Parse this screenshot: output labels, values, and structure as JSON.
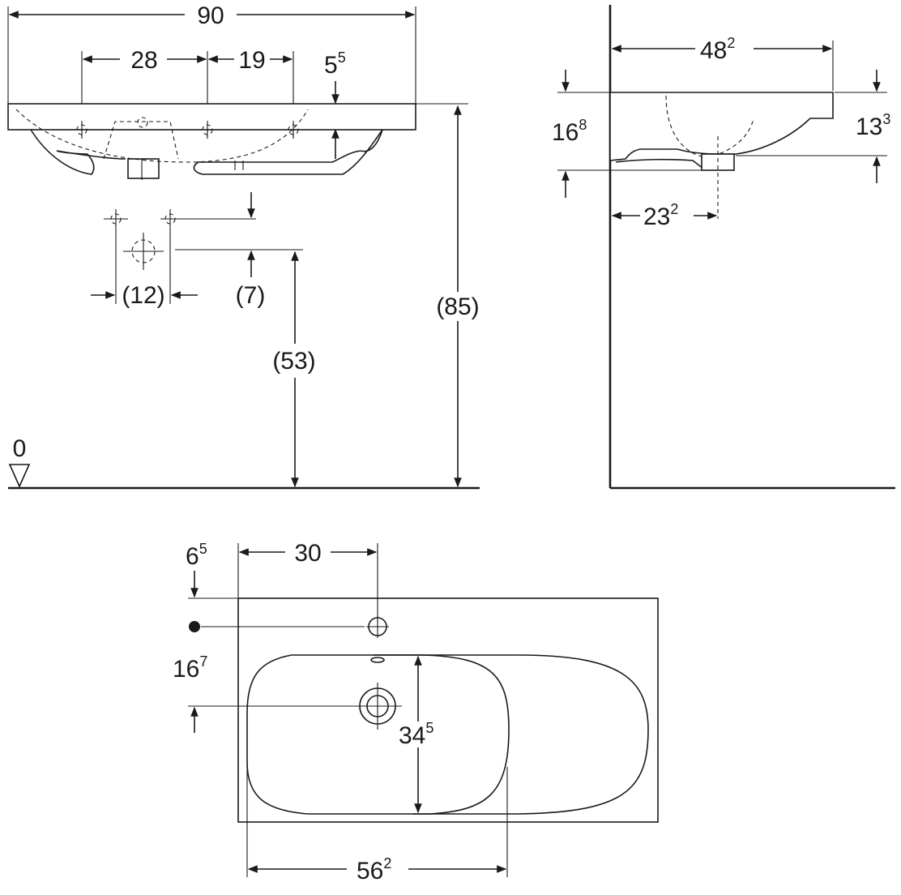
{
  "front_view": {
    "width": {
      "main": "90"
    },
    "hole_spacing_left": {
      "main": "28"
    },
    "hole_spacing_right": {
      "main": "19"
    },
    "rim_offset": {
      "main": "5",
      "sup": "5"
    },
    "tap_spacing": {
      "main": "(12)"
    },
    "tap_offset": {
      "main": "(7)"
    },
    "waste_height": {
      "main": "(53)"
    },
    "total_height": {
      "main": "(85)"
    },
    "floor_level": {
      "main": "0"
    }
  },
  "side_view": {
    "depth": {
      "main": "48",
      "sup": "2"
    },
    "height_total": {
      "main": "16",
      "sup": "8"
    },
    "height_bowl": {
      "main": "13",
      "sup": "3"
    },
    "waste_distance": {
      "main": "23",
      "sup": "2"
    }
  },
  "top_view": {
    "edge_offset": {
      "main": "6",
      "sup": "5"
    },
    "tap_distance": {
      "main": "30"
    },
    "waste_offset": {
      "main": "16",
      "sup": "7"
    },
    "bowl_depth": {
      "main": "34",
      "sup": "5"
    },
    "bowl_width": {
      "main": "56",
      "sup": "2"
    }
  },
  "colors": {
    "line": "#1a1a1a",
    "background": "#ffffff"
  }
}
